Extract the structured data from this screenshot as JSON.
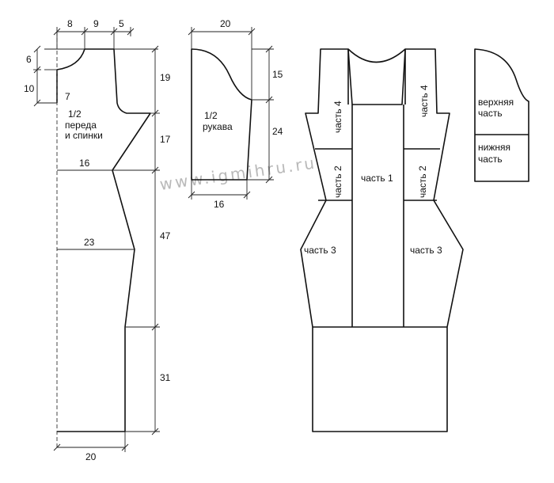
{
  "watermark": "www.igmihru.ru",
  "front_back": {
    "label_fraction": "1/2",
    "label_line1": "переда",
    "label_line2": "и спинки",
    "dims": {
      "top_left": "8",
      "top_mid": "9",
      "top_right": "5",
      "neck_depth": "6",
      "shoulder_drop": "10",
      "neck_inner": "7",
      "armhole_depth": "19",
      "chest_to_waist": "17",
      "waist_width": "16",
      "waist_to_hip": "47",
      "hip_width": "23",
      "skirt_length": "31",
      "hem_width": "20"
    }
  },
  "sleeve": {
    "label_fraction": "1/2",
    "label_line1": "рукава",
    "dims": {
      "top_width": "20",
      "cap_height": "15",
      "sleeve_length": "24",
      "cuff_width": "16"
    }
  },
  "assembly": {
    "part1": "часть 1",
    "part2": "часть 2",
    "part3": "часть 3",
    "part4": "часть 4"
  },
  "sleeve_parts": {
    "upper_line1": "верхняя",
    "upper_line2": "часть",
    "lower_line1": "нижняя",
    "lower_line2": "часть"
  }
}
